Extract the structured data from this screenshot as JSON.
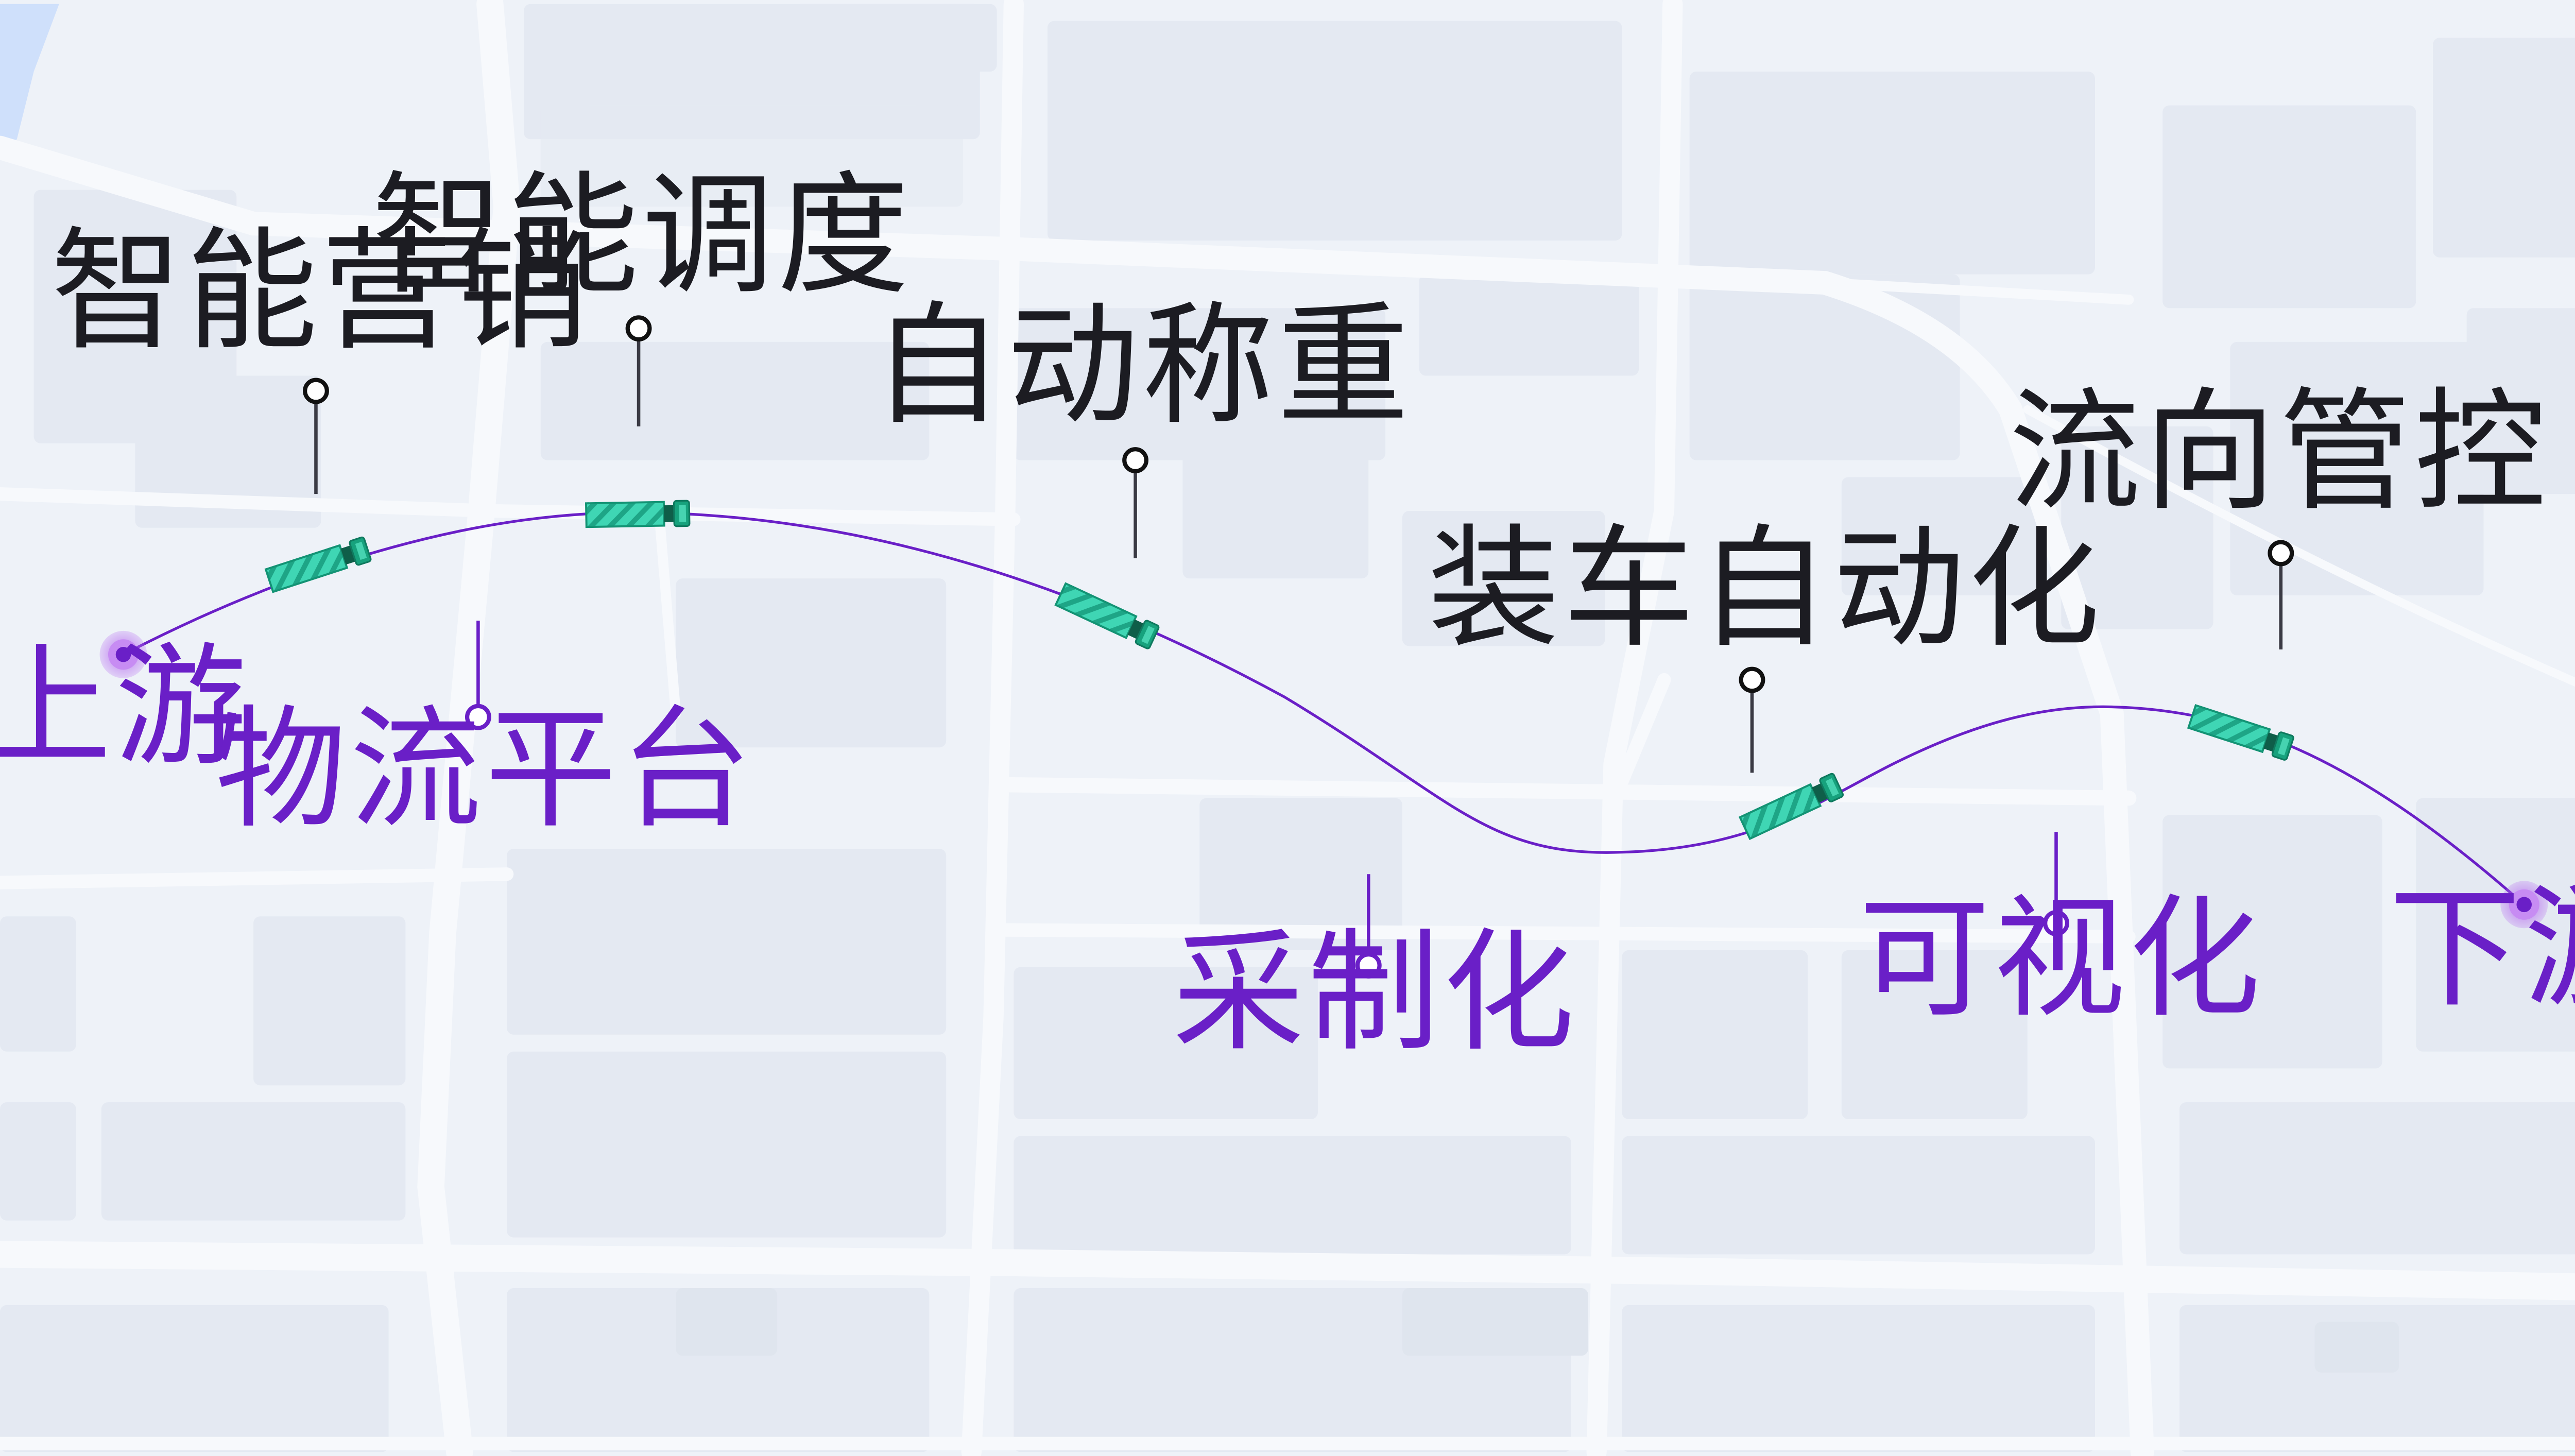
{
  "colors": {
    "background": "#eef2f8",
    "block": "#e4e9f2",
    "road": "#f7f9fc",
    "water": "#cfe0fb",
    "route": "#6a1fc7",
    "label_dark": "#1c1c22",
    "label_accent": "#6a1fc7",
    "truck_body": "#3fd6b4",
    "truck_cab": "#17a27d"
  },
  "endpoints": {
    "start": {
      "label": "上游",
      "icon": "location-pulse-icon"
    },
    "end": {
      "label": "下游",
      "icon": "location-pulse-icon"
    }
  },
  "nodes_top": [
    {
      "label": "智能营销"
    },
    {
      "label": "智能调度"
    },
    {
      "label": "自动称重"
    },
    {
      "label": "装车自动化"
    },
    {
      "label": "流向管控"
    }
  ],
  "nodes_bottom": [
    {
      "label": "物流平台"
    },
    {
      "label": "采制化"
    },
    {
      "label": "可视化"
    }
  ],
  "truck_icon": "truck-icon"
}
